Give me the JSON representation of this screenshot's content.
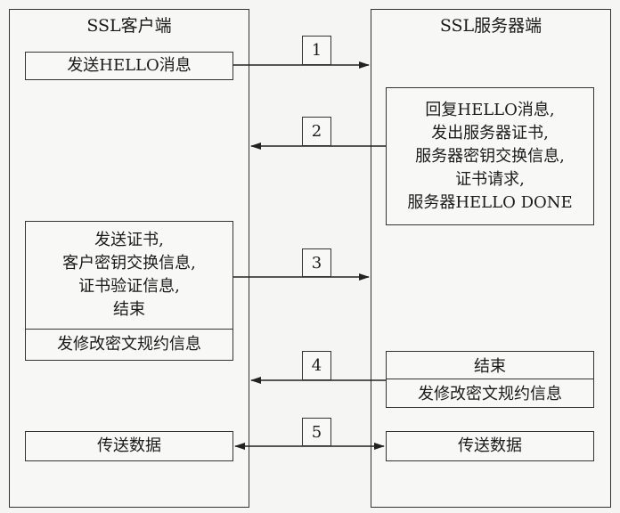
{
  "client": {
    "title": "SSL客户端",
    "msg1": [
      "发送HELLO消息"
    ],
    "msg3": [
      "发送证书,",
      "客户密钥交换信息,",
      "证书验证信息,",
      "结束"
    ],
    "msg3b": "发修改密文规约信息",
    "msg5": "传送数据"
  },
  "server": {
    "title": "SSL服务器端",
    "msg2": [
      "回复HELLO消息,",
      "发出服务器证书,",
      "服务器密钥交换信息,",
      "证书请求,",
      "服务器HELLO DONE"
    ],
    "msg4a": "结束",
    "msg4b": "发修改密文规约信息",
    "msg5": "传送数据"
  },
  "steps": [
    "1",
    "2",
    "3",
    "4",
    "5"
  ]
}
